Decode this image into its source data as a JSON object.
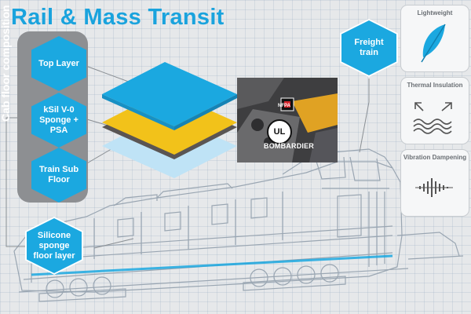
{
  "title": "Rail & Mass Transit",
  "stack_label": "Cab floor composition",
  "layers": [
    {
      "label": "Top Layer"
    },
    {
      "label": "kSil V-0 Sponge + PSA"
    },
    {
      "label": "Train Sub Floor"
    }
  ],
  "callouts": {
    "silicone": "Silicone sponge floor layer",
    "freight": "Freight train"
  },
  "side_cards": [
    {
      "label": "Lightweight",
      "icon": "feather-icon"
    },
    {
      "label": "Thermal Insulation",
      "icon": "thermal-wave-icon"
    },
    {
      "label": "Vibration Dampening",
      "icon": "vibration-wave-icon"
    }
  ],
  "certifications": {
    "ul": "UL",
    "bombardier": "BOMBARDIER",
    "nfpa": "NFPA"
  },
  "colors": {
    "accent": "#1ba8e0",
    "panel": "#8d8f92",
    "yellow_layer": "#f2c21a",
    "light_layer": "#bfe3f6"
  }
}
